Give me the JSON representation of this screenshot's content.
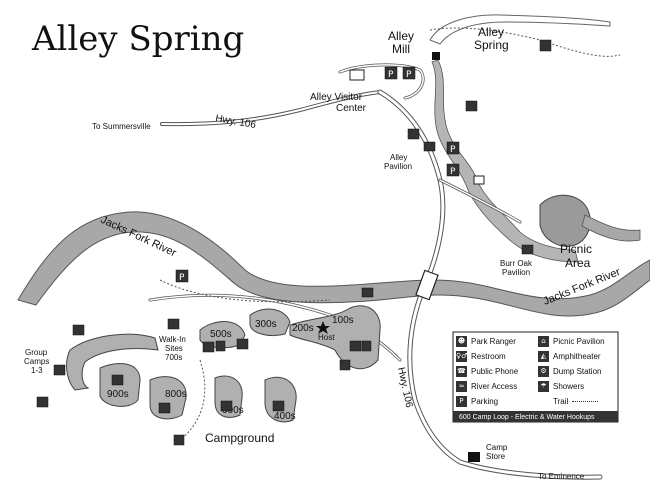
{
  "map": {
    "title": "Alley Spring",
    "places": {
      "alley_mill": "Alley\nMill",
      "alley_spring": "Alley\nSpring",
      "visitor_center": "Alley Visitor\nCenter",
      "alley_pavilion": "Alley\nPavilion",
      "burr_oak_pavilion": "Burr Oak\nPavilion",
      "picnic_area": "Picnic\nArea",
      "group_camps": "Group\nCamps\n1-3",
      "walk_in_sites": "Walk-In\nSites\n700s",
      "host": "Host",
      "campground": "Campground",
      "camp_store": "Camp\nStore"
    },
    "roads": {
      "to_summersville": "To Summersville",
      "hwy106_top": "Hwy. 106",
      "hwy106_side": "Hwy. 106",
      "to_eminence": "To Eminence"
    },
    "rivers": {
      "jacks_fork_left": "Jacks Fork River",
      "jacks_fork_right": "Jacks Fork River"
    },
    "loops": [
      "900s",
      "800s",
      "600s",
      "400s",
      "500s",
      "300s",
      "200s",
      "100s"
    ]
  },
  "legend": {
    "items": [
      {
        "icon": "ranger-icon",
        "glyph": "☻",
        "label": "Park Ranger"
      },
      {
        "icon": "pavilion-icon",
        "glyph": "⌂",
        "label": "Picnic Pavilion"
      },
      {
        "icon": "restroom-icon",
        "glyph": "♀♂",
        "label": "Restroom"
      },
      {
        "icon": "amphitheater-icon",
        "glyph": "◭",
        "label": "Amphitheater"
      },
      {
        "icon": "phone-icon",
        "glyph": "☎",
        "label": "Public Phone"
      },
      {
        "icon": "dump-station-icon",
        "glyph": "⚙",
        "label": "Dump Station"
      },
      {
        "icon": "river-access-icon",
        "glyph": "≈",
        "label": "River Access"
      },
      {
        "icon": "showers-icon",
        "glyph": "☂",
        "label": "Showers"
      },
      {
        "icon": "parking-icon",
        "glyph": "P",
        "label": "Parking"
      },
      {
        "icon": "trail-icon",
        "glyph": "",
        "label": "Trail"
      }
    ],
    "footer": "600 Camp Loop - Electric & Water Hookups"
  }
}
